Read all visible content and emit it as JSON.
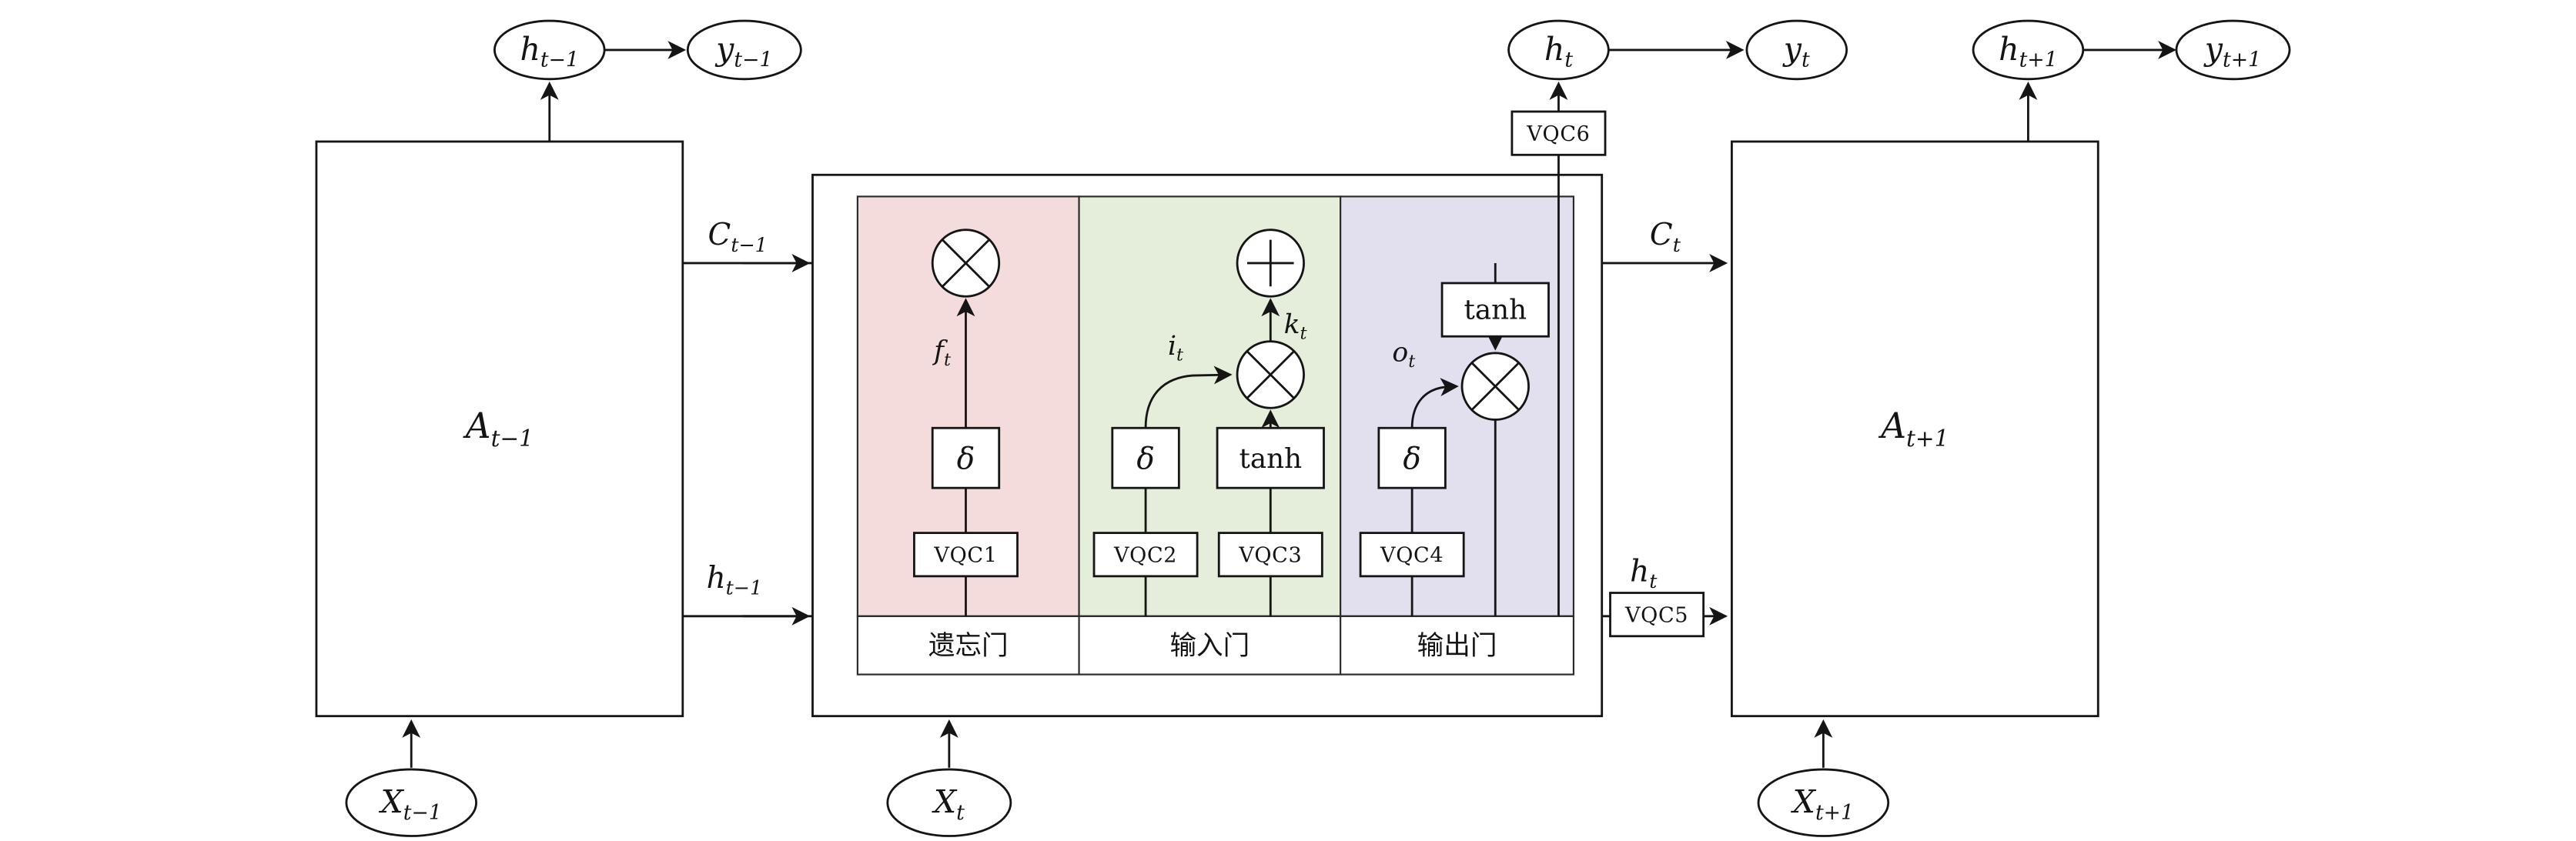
{
  "palette": {
    "forget_bg": "#f3dcdb",
    "input_bg": "#e5eeda",
    "output_bg": "#e2e0ee",
    "line": "#151515"
  },
  "blocks": {
    "a_prev": {
      "base": "A",
      "sub": "t−1"
    },
    "a_next": {
      "base": "A",
      "sub": "t+1"
    }
  },
  "nodes": {
    "h_prev": {
      "base": "h",
      "sub": "t−1"
    },
    "y_prev": {
      "base": "y",
      "sub": "t−1"
    },
    "h_t": {
      "base": "h",
      "sub": "t"
    },
    "y_t": {
      "base": "y",
      "sub": "t"
    },
    "h_next": {
      "base": "h",
      "sub": "t+1"
    },
    "y_next": {
      "base": "y",
      "sub": "t+1"
    },
    "x_prev": {
      "base": "X",
      "sub": "t−1"
    },
    "x_t": {
      "base": "X",
      "sub": "t"
    },
    "x_next": {
      "base": "X",
      "sub": "t+1"
    }
  },
  "wires": {
    "c_prev": {
      "base": "C",
      "sub": "t−1"
    },
    "c_t": {
      "base": "C",
      "sub": "t"
    },
    "h_prev": {
      "base": "h",
      "sub": "t−1"
    },
    "h_t": {
      "base": "h",
      "sub": "t"
    }
  },
  "cell": {
    "gates": {
      "forget": {
        "label": "遗忘门",
        "vqc": "VQC1",
        "activation": "δ",
        "signal": {
          "base": "f",
          "sub": "t"
        }
      },
      "input": {
        "label": "输入门",
        "vqc_sigma": "VQC2",
        "vqc_tanh": "VQC3",
        "activation": "δ",
        "tanh_label": "tanh",
        "signal_i": {
          "base": "i",
          "sub": "t"
        },
        "signal_k": {
          "base": "k",
          "sub": "t"
        }
      },
      "output": {
        "label": "输出门",
        "vqc": "VQC4",
        "activation": "δ",
        "tanh_label": "tanh",
        "signal": {
          "base": "o",
          "sub": "t"
        }
      }
    },
    "vqc5": "VQC5",
    "vqc6": "VQC6",
    "operator_icons": {
      "multiply": "crossed-circle ⊗",
      "add": "plus-circle ⊕"
    }
  }
}
